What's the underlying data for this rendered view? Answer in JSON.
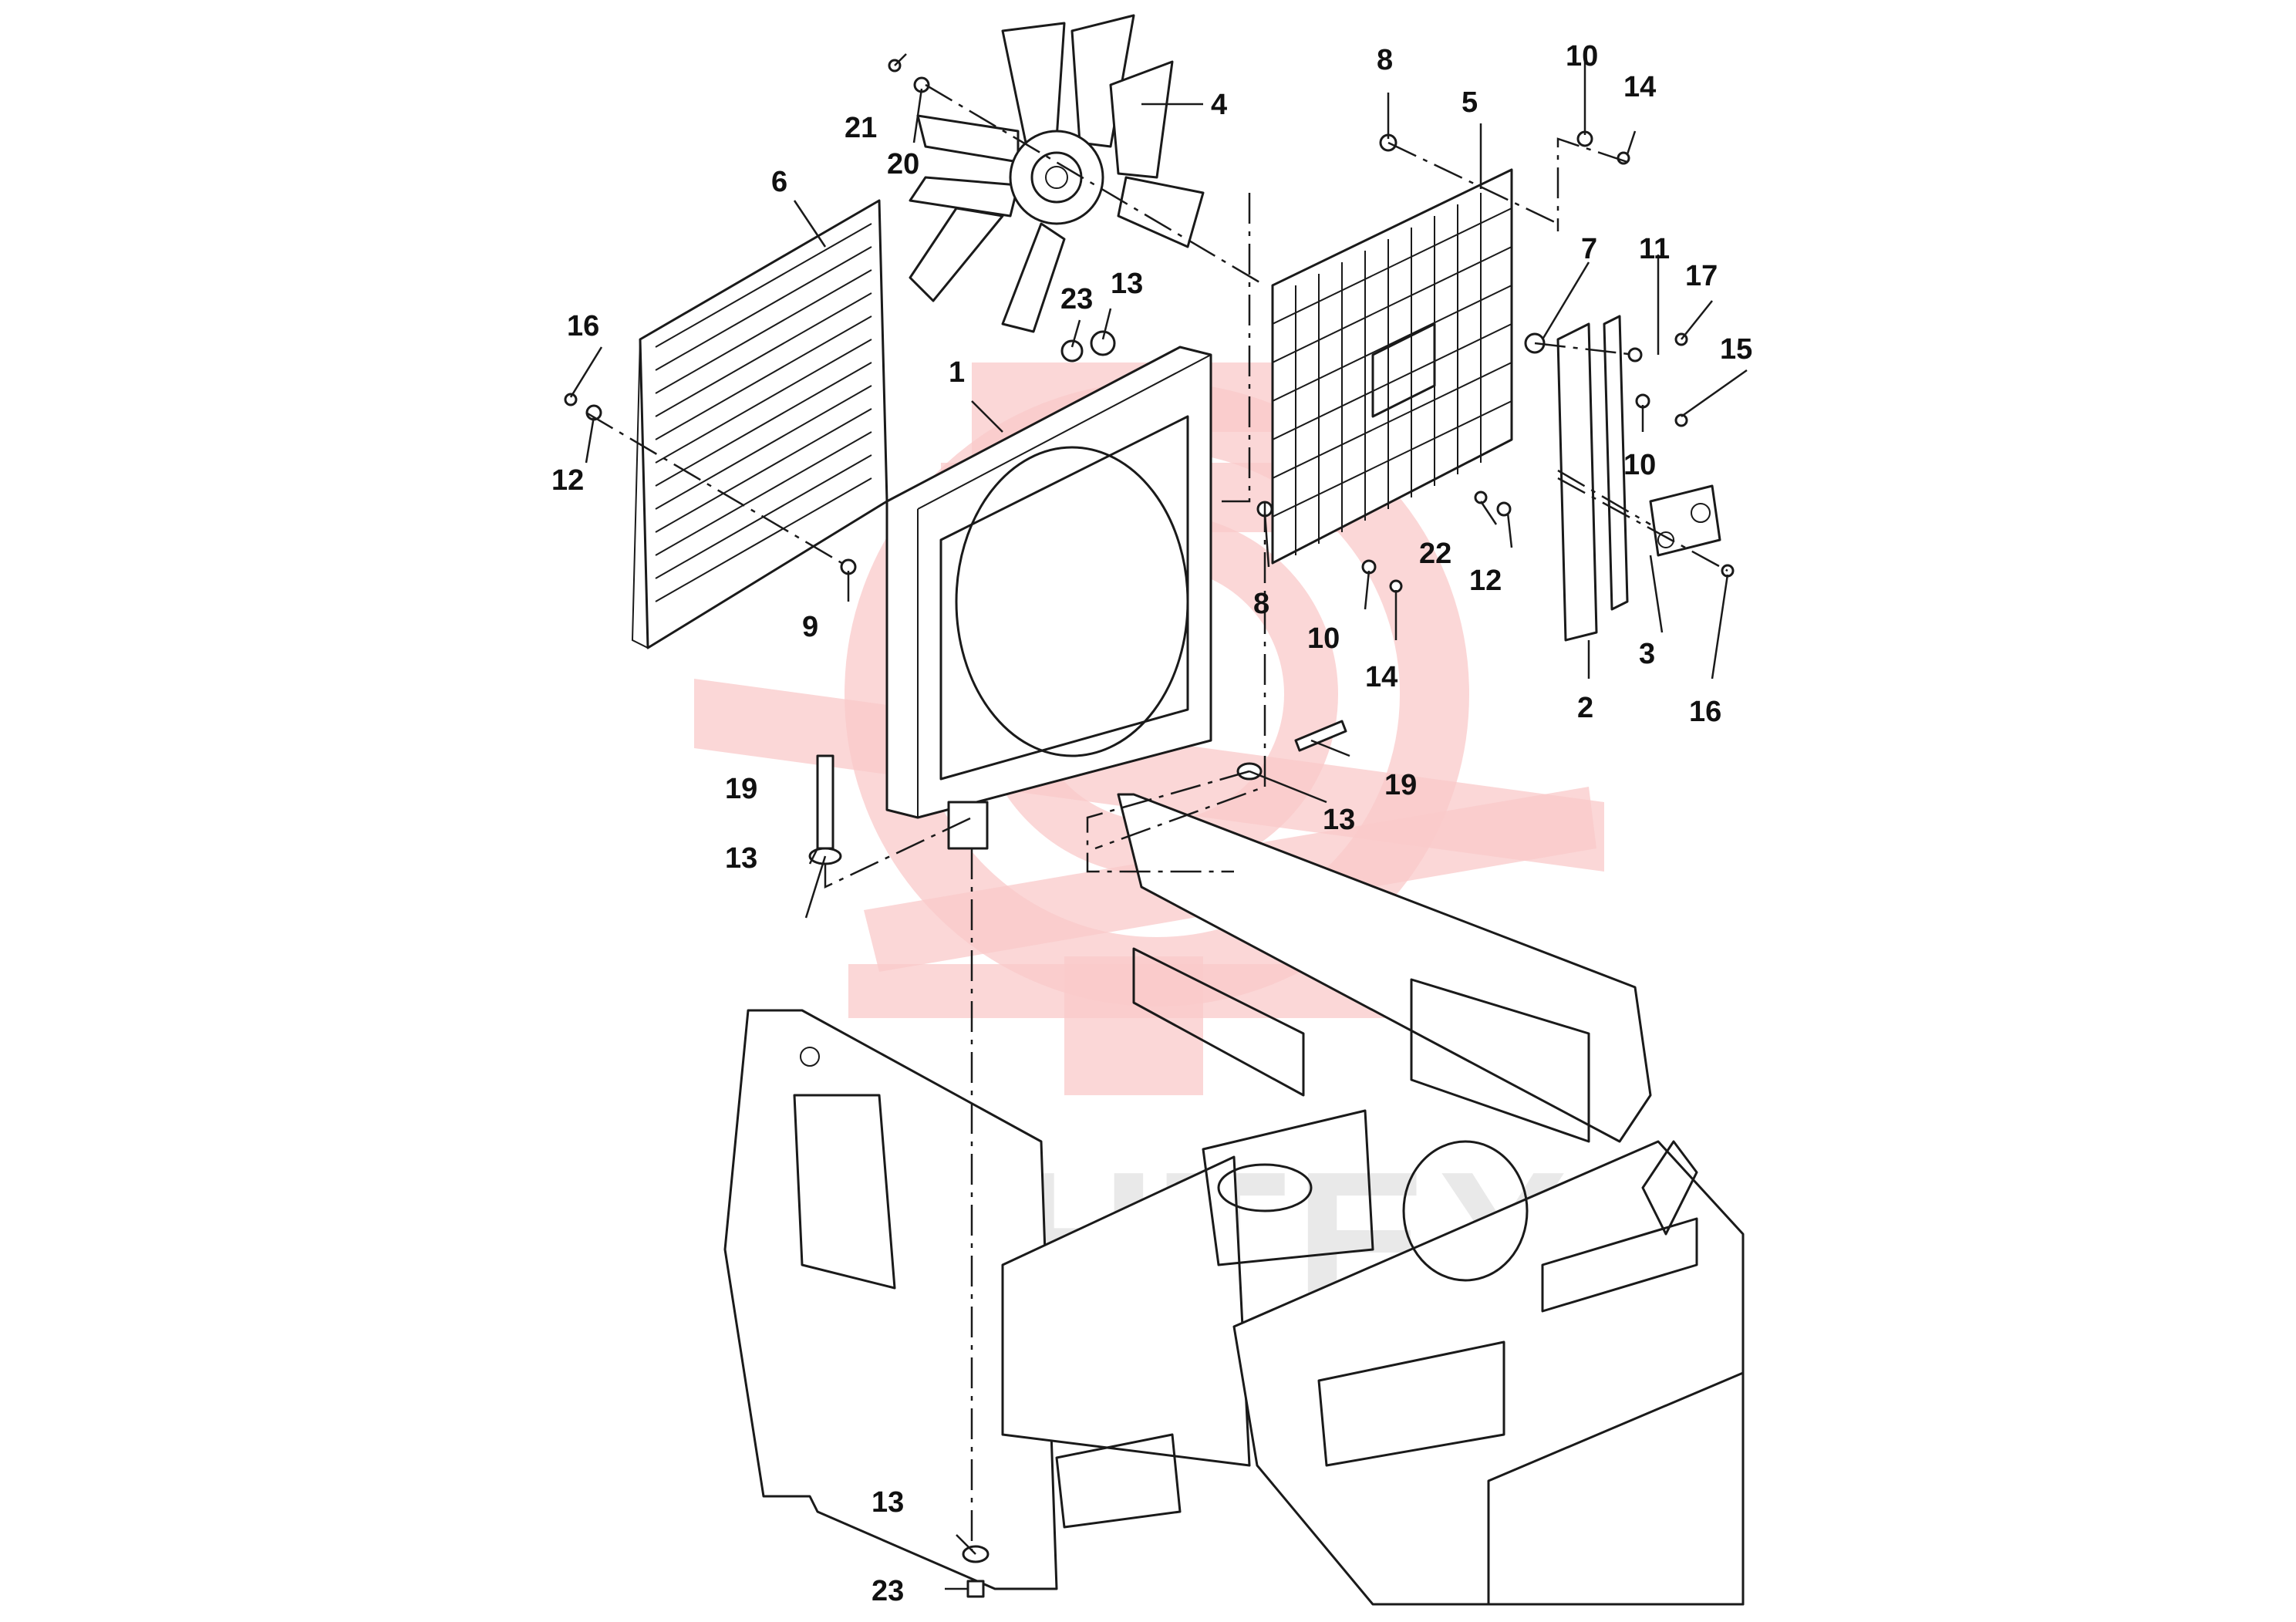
{
  "diagram": {
    "watermark_text": "ИНТЕХ",
    "colors": {
      "line": "#1a1a1a",
      "watermark_logo": "#f9c9c9",
      "watermark_text": "#d8d8d8",
      "background": "#ffffff"
    },
    "callouts": [
      {
        "id": "c1",
        "text": "1"
      },
      {
        "id": "c2",
        "text": "2"
      },
      {
        "id": "c3",
        "text": "3"
      },
      {
        "id": "c4",
        "text": "4"
      },
      {
        "id": "c5",
        "text": "5"
      },
      {
        "id": "c6",
        "text": "6"
      },
      {
        "id": "c7",
        "text": "7"
      },
      {
        "id": "c8a",
        "text": "8"
      },
      {
        "id": "c8b",
        "text": "8"
      },
      {
        "id": "c9",
        "text": "9"
      },
      {
        "id": "c10a",
        "text": "10"
      },
      {
        "id": "c10b",
        "text": "10"
      },
      {
        "id": "c10c",
        "text": "10"
      },
      {
        "id": "c11",
        "text": "11"
      },
      {
        "id": "c12a",
        "text": "12"
      },
      {
        "id": "c12b",
        "text": "12"
      },
      {
        "id": "c13a",
        "text": "13"
      },
      {
        "id": "c13b",
        "text": "13"
      },
      {
        "id": "c13c",
        "text": "13"
      },
      {
        "id": "c13d",
        "text": "13"
      },
      {
        "id": "c14a",
        "text": "14"
      },
      {
        "id": "c14b",
        "text": "14"
      },
      {
        "id": "c15",
        "text": "15"
      },
      {
        "id": "c16a",
        "text": "16"
      },
      {
        "id": "c16b",
        "text": "16"
      },
      {
        "id": "c17",
        "text": "17"
      },
      {
        "id": "c19a",
        "text": "19"
      },
      {
        "id": "c19b",
        "text": "19"
      },
      {
        "id": "c20",
        "text": "20"
      },
      {
        "id": "c21",
        "text": "21"
      },
      {
        "id": "c22",
        "text": "22"
      },
      {
        "id": "c23a",
        "text": "23"
      },
      {
        "id": "c23b",
        "text": "23"
      }
    ]
  }
}
